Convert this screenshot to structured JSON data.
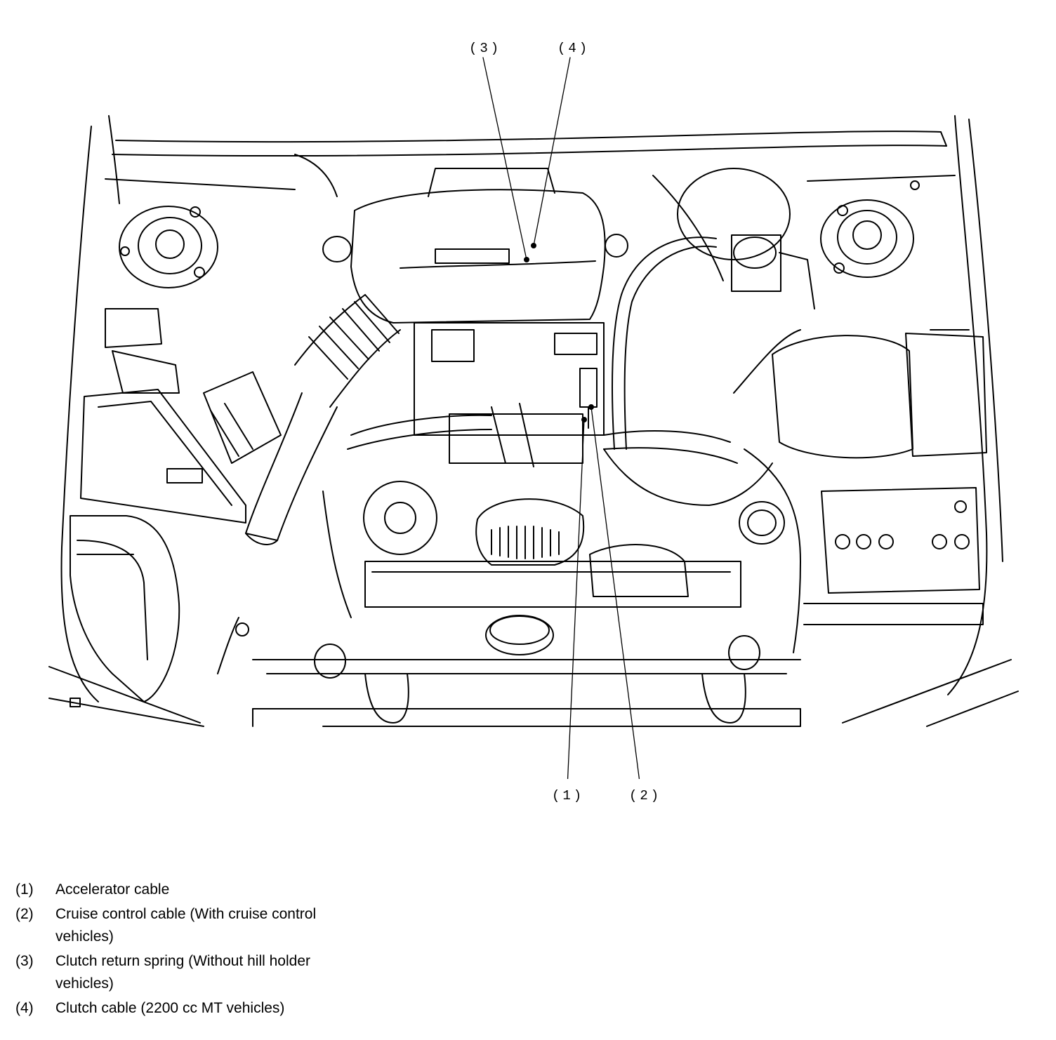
{
  "callouts": {
    "c1": "(1)",
    "c2": "(2)",
    "c3": "(3)",
    "c4": "(4)"
  },
  "legend": [
    {
      "num": "(1)",
      "text": "Accelerator cable"
    },
    {
      "num": "(2)",
      "text": "Cruise control cable (With cruise control vehicles)"
    },
    {
      "num": "(3)",
      "text": "Clutch return spring (Without hill holder vehicles)"
    },
    {
      "num": "(4)",
      "text": "Clutch cable (2200 cc MT vehicles)"
    }
  ]
}
